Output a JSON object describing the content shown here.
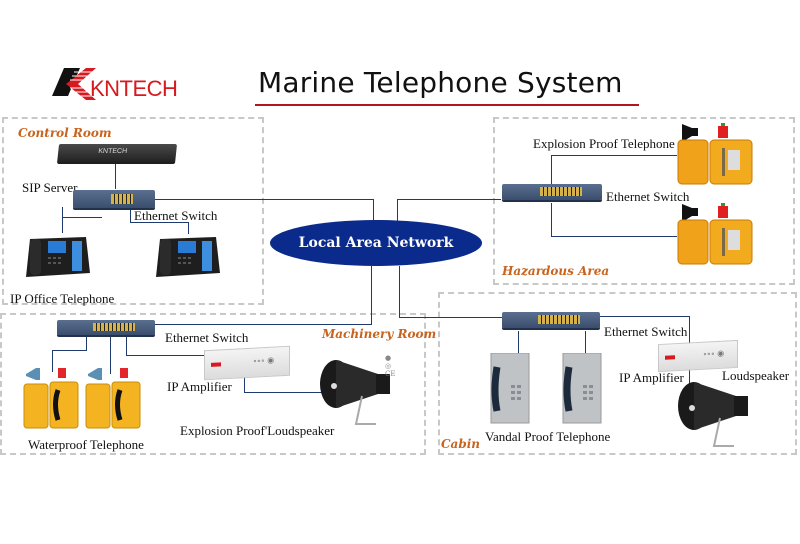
{
  "title": "Marine Telephone System",
  "brand": {
    "name": "KNTECH",
    "color": "#d71920"
  },
  "colors": {
    "zone_label": "#c8641e",
    "lan_fill": "#0b2b8c",
    "wire": "#1f3a6e",
    "title_underline": "#b0161c",
    "zone_border": "#c8c8c8"
  },
  "network": {
    "label": "Local Area Network"
  },
  "zones": {
    "control_room": {
      "label": "Control Room",
      "devices": {
        "server": "SIP Server",
        "switch": "Ethernet Switch",
        "phones": "IP Office Telephone"
      }
    },
    "hazardous_area": {
      "label": "Hazardous Area",
      "devices": {
        "phones": "Explosion Proof Telephone",
        "switch": "Ethernet Switch"
      }
    },
    "machinery_room": {
      "label": "Machinery  Room",
      "devices": {
        "switch": "Ethernet Switch",
        "amplifier": "IP Amplifier",
        "phones": "Waterproof Telephone",
        "speaker": "Explosion Proof'Loudspeaker"
      }
    },
    "cabin": {
      "label": "Cabin",
      "devices": {
        "switch": "Ethernet Switch",
        "phones": "Vandal Proof  Telephone",
        "amplifier": "IP Amplifier",
        "speaker": "Loudspeaker"
      }
    }
  }
}
